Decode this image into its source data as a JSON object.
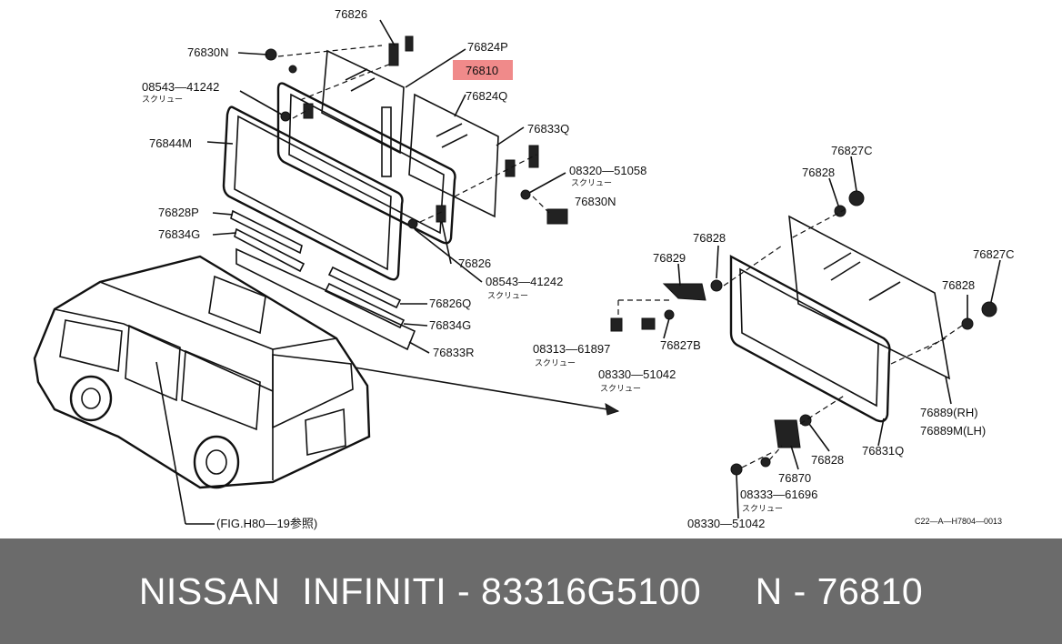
{
  "diagram": {
    "labels": {
      "l76826_top": "76826",
      "l76830N_top": "76830N",
      "l76824P": "76824P",
      "l76810": "76810",
      "l08543_top": "08543—41242",
      "l76824Q": "76824Q",
      "l76833Q": "76833Q",
      "l76844M": "76844M",
      "l08320": "08320—51058",
      "l76830N_mid": "76830N",
      "l76828P": "76828P",
      "l76834G_top": "76834G",
      "l76826_mid": "76826",
      "l08543_mid": "08543—41242",
      "l76826Q": "76826Q",
      "l76834G_bot": "76834G",
      "l76833R": "76833R",
      "l76827C_top": "76827C",
      "l76828_a": "76828",
      "l76828_b": "76828",
      "l76829": "76829",
      "l76827C_right": "76827C",
      "l76828_c": "76828",
      "l08313": "08313—61897",
      "l76827B": "76827B",
      "l08330_a": "08330—51042",
      "l76889RH": "76889(RH)",
      "l76889MLH": "76889M(LH)",
      "l76828_d": "76828",
      "l76831Q": "76831Q",
      "l76870": "76870",
      "l08333": "08333—61696",
      "l08330_b": "08330—51042",
      "l_fig": "(FIG.H80—19参照)",
      "l_ref": "C22—A—H7804—0013"
    },
    "screw_note": "スクリュー",
    "highlight_color": "#f08a8a"
  },
  "footer": {
    "text": "NISSAN  INFINITI - 83316G5100     N - 76810",
    "background": "#6b6b6b",
    "text_color": "#ffffff"
  }
}
